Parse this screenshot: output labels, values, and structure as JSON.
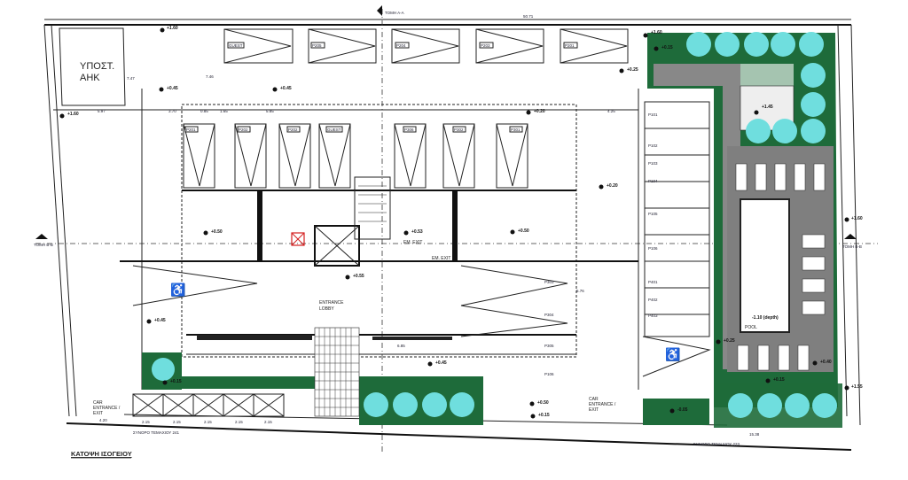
{
  "drawing": {
    "title": "ΚΑΤΟΨΗ ΙΣΟΓΕΙΟΥ",
    "substation_label_1": "ΥΠΟΣΤ.",
    "substation_label_2": "ΑΗΚ",
    "section_top": "ΤΟΜΗ Α-Α",
    "section_left": "ΤΟΜΗ Β-Β",
    "section_right": "ΤΟΜΗ Β-Β",
    "entrance_lobby_1": "ENTRANCE",
    "entrance_lobby_2": "LOBBY",
    "em_exit_1": "EM. EXIT",
    "em_exit_2": "EM. EXIT",
    "car_entrance_left": [
      "CAR",
      "ENTRANCE /",
      "EXIT"
    ],
    "car_entrance_right": [
      "CAR",
      "ENTRANCE /",
      "EXIT"
    ],
    "boundary_left": "ΣΥΝΟΡΟ ΤΕΜΑΧΙΟΥ 241",
    "boundary_right": "ΣΥΝΟΡΟ ΤΕΜΑΧΙΟΥ 223",
    "pool_label": "POOL",
    "pool_depth": "-1.10 (depth)",
    "top_parking": [
      "GUEST",
      "P205",
      "P204",
      "P203",
      "P201"
    ],
    "middle_parking": [
      "P201",
      "P202",
      "P202",
      "GUEST",
      "P306",
      "P302",
      "P301"
    ],
    "right_parking": [
      "P101",
      "P102",
      "P103",
      "P104",
      "P105",
      "P106",
      "P401",
      "P402",
      "P403"
    ],
    "lower_parking": [
      "P303",
      "P304",
      "P305",
      "P106"
    ],
    "elevations": [
      "+1.60",
      "+0.45",
      "+0.45",
      "+0.20",
      "+0.20",
      "+0.25",
      "+1.60",
      "+0.15",
      "+0.50",
      "+0.50",
      "+0.53",
      "+0.55",
      "+0.45",
      "+0.45",
      "+1.45",
      "+0.15",
      "-0.05",
      "+1.60",
      "+1.60",
      "+1.55",
      "+0.25",
      "+0.15",
      "+0.50",
      "+0.15",
      "+0.40"
    ],
    "dimensions": [
      "50.71",
      "5.97",
      "3.70",
      "0.85",
      "1.65",
      "5.85",
      "4.25",
      "7.46",
      "7.47",
      "2.15",
      "2.15",
      "2.15",
      "2.15",
      "2.15",
      "15.38",
      "4.20",
      "5.76",
      "6.85"
    ]
  },
  "colors": {
    "green": "#1e6b3a",
    "tree": "#6fdede",
    "deck": "#7f7f7f",
    "red": "#d42020"
  }
}
